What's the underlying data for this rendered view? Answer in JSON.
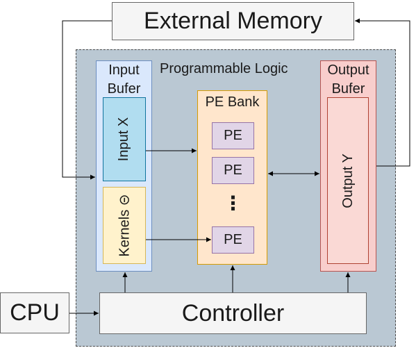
{
  "diagram": {
    "external_memory": "External Memory",
    "programmable_logic": "Programmable Logic",
    "input_buffer": {
      "line1": "Input",
      "line2": "Bufer"
    },
    "input_x": "Input X",
    "kernels": "Kernels ⊝",
    "pe_bank": "PE Bank",
    "pe_units": [
      "PE",
      "PE",
      "PE"
    ],
    "pe_ellipsis": "⋮",
    "output_buffer": {
      "line1": "Output",
      "line2": "Bufer"
    },
    "output_y": "Output Y",
    "cpu": "CPU",
    "controller": "Controller",
    "colors": {
      "programmable_logic_fill": "#bac8d3",
      "input_buffer_fill": "#dae8fc",
      "input_x_fill": "#b1ddf0",
      "kernels_fill": "#fff2cc",
      "pe_bank_fill": "#ffe6cc",
      "pe_fill": "#e1d5e7",
      "output_buffer_fill": "#f8cecc",
      "output_y_fill": "#fad9d5",
      "neutral_fill": "#f5f5f5"
    }
  }
}
